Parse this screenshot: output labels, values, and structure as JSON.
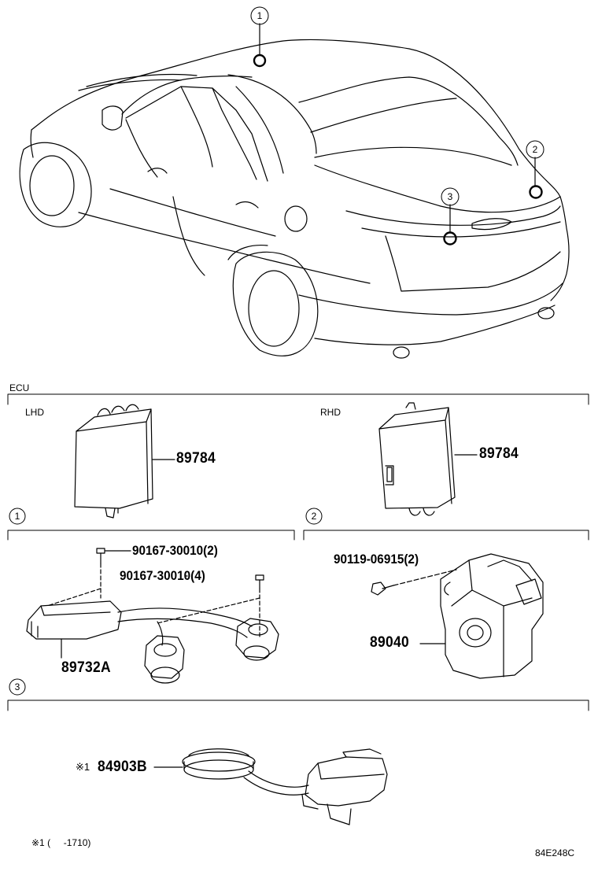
{
  "callouts": [
    "1",
    "2",
    "3"
  ],
  "sections": {
    "ecu": {
      "title": "ECU",
      "lhd_label": "LHD",
      "rhd_label": "RHD",
      "lhd_part": "89784",
      "rhd_part": "89784"
    },
    "s1": {
      "num": "1",
      "bolt_a": "90167-30010(2)",
      "bolt_b": "90167-30010(4)",
      "part": "89732A"
    },
    "s2": {
      "num": "2",
      "bolt": "90119-06915(2)",
      "part": "89040"
    },
    "s3": {
      "num": "3",
      "note_mark": "※1",
      "part": "84903B"
    }
  },
  "footnote": "※1 (     -1710)",
  "drawing_id": "84E248C"
}
